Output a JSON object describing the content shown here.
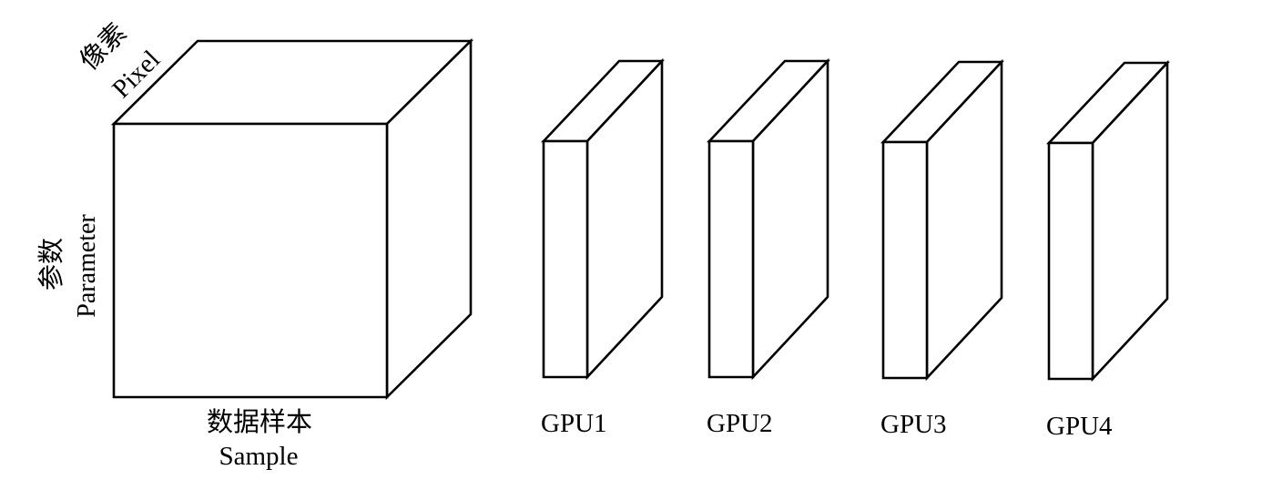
{
  "diagram": {
    "cube": {
      "front_label_cn": "数据样本",
      "front_label_en": "Sample",
      "side_label_cn": "参数",
      "side_label_en": "Parameter",
      "top_label_cn": "像素",
      "top_label_en": "Pixel"
    },
    "slices": [
      {
        "label": "GPU1"
      },
      {
        "label": "GPU2"
      },
      {
        "label": "GPU3"
      },
      {
        "label": "GPU4"
      }
    ],
    "colors": {
      "stroke": "#000000",
      "fill": "#ffffff"
    }
  }
}
